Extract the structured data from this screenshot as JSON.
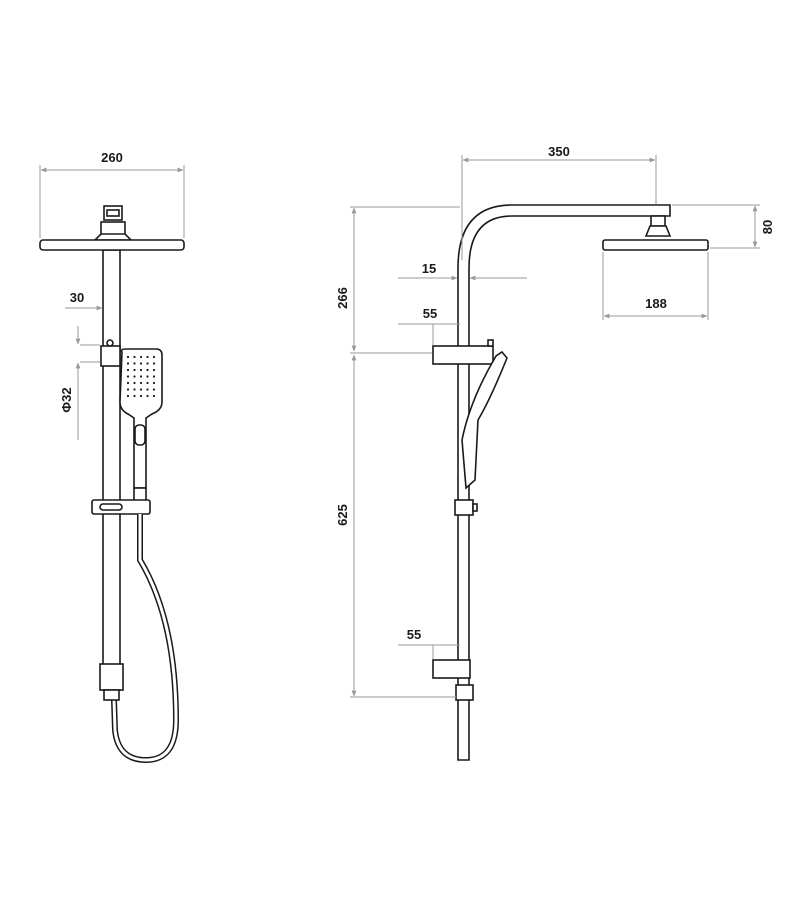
{
  "diagram": {
    "front_view": {
      "dimensions": {
        "head_width": "260",
        "rail_width": "30",
        "rail_diameter": "Φ32"
      }
    },
    "side_view": {
      "dimensions": {
        "arm_reach": "350",
        "head_drop": "80",
        "head_depth": "188",
        "upper_height": "266",
        "rail_offset": "15",
        "bracket_offset_top": "55",
        "lower_height": "625",
        "bracket_offset_bottom": "55"
      }
    },
    "colors": {
      "line": "#1a1a1a",
      "dimension": "#9a9a9a"
    }
  }
}
